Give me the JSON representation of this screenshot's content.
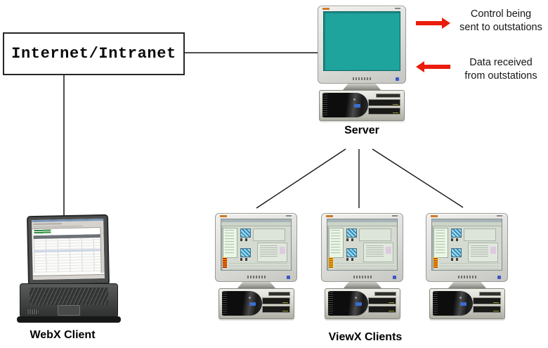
{
  "title_box": {
    "label": "Internet/Intranet"
  },
  "nodes": {
    "server_label": "Server",
    "webx_label": "WebX Client",
    "viewx_label": "ViewX Clients"
  },
  "annotations": {
    "control_line1": "Control being",
    "control_line2": "sent to outstations",
    "data_line1": "Data received",
    "data_line2": "from outstations"
  },
  "colors": {
    "arrow_red": "#ea1c0c",
    "server_screen_teal": "#1fa49d",
    "connector_line": "#141414",
    "viewx_alarm_colors": [
      "#c51f00",
      "#c56a00",
      "#c55200"
    ]
  }
}
